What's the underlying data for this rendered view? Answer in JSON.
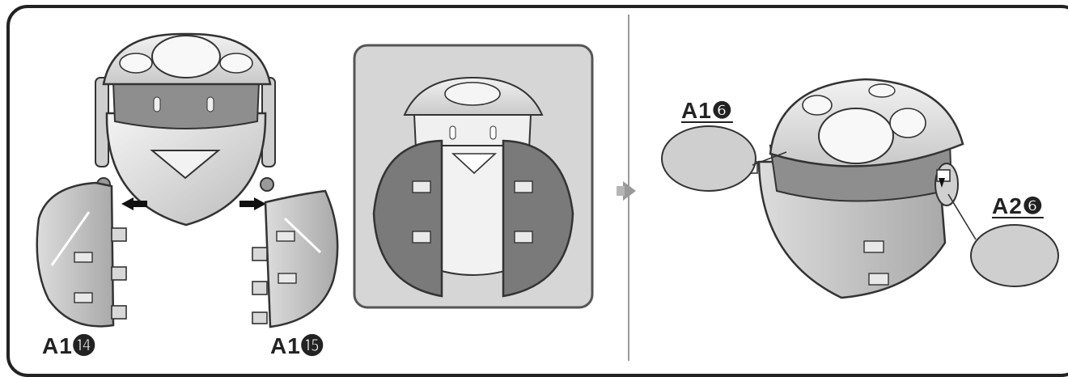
{
  "labels": {
    "left_piece": "A1⓮",
    "right_piece": "A1⓯",
    "callout_a16": "A1❻",
    "callout_a26": "A2❻"
  },
  "colors": {
    "frame": "#222222",
    "part_light": "#e6e6e6",
    "part_mid": "#bdbdbd",
    "part_dark": "#7c7c7c",
    "inset_bg": "#d6d6d6",
    "divider": "#9a9a9a"
  }
}
